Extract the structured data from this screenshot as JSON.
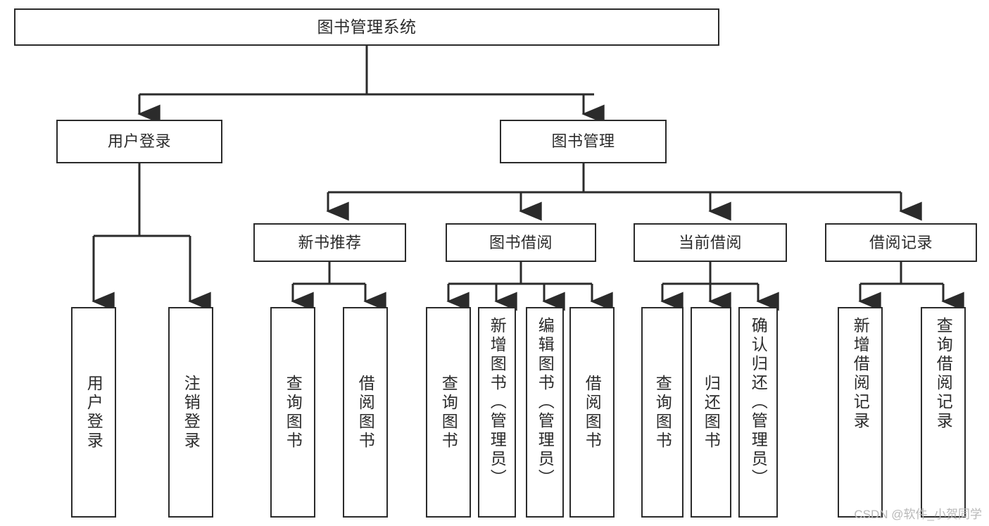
{
  "diagram": {
    "title": "图书管理系统",
    "type": "tree-hierarchy-chart",
    "colors": {
      "box_border": "#2b2b2b",
      "box_fill": "#ffffff",
      "connector": "#2b2b2b",
      "text": "#2b2b2b",
      "watermark": "#b8b8b8",
      "background": "#ffffff"
    },
    "root": {
      "label": "图书管理系统"
    },
    "level1": [
      {
        "label": "用户登录"
      },
      {
        "label": "图书管理"
      }
    ],
    "level2": [
      {
        "label": "新书推荐"
      },
      {
        "label": "图书借阅"
      },
      {
        "label": "当前借阅"
      },
      {
        "label": "借阅记录"
      }
    ],
    "leaves": {
      "user_login": [
        {
          "label": "用户登录"
        },
        {
          "label": "注销登录"
        }
      ],
      "new_book_recommend": [
        {
          "label": "查询图书"
        },
        {
          "label": "借阅图书"
        }
      ],
      "book_borrow": [
        {
          "label": "查询图书"
        },
        {
          "label": "新增图书（管理员）"
        },
        {
          "label": "编辑图书（管理员）"
        },
        {
          "label": "借阅图书"
        }
      ],
      "current_borrow": [
        {
          "label": "查询图书"
        },
        {
          "label": "归还图书"
        },
        {
          "label": "确认归还（管理员）"
        }
      ],
      "borrow_record": [
        {
          "label": "新增借阅记录"
        },
        {
          "label": "查询借阅记录"
        }
      ]
    }
  },
  "watermark": {
    "text": "CSDN @软件_小贺同学"
  }
}
